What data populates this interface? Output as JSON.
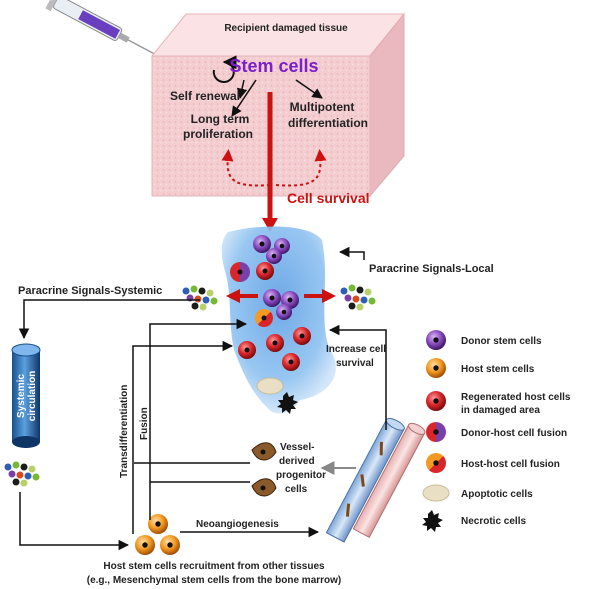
{
  "tissue": {
    "title": "Recipient damaged tissue",
    "stem_cells": "Stem cells",
    "self_renewal": "Self renewal",
    "long_term_1": "Long term",
    "long_term_2": "proliferation",
    "multipotent_1": "Multipotent",
    "multipotent_2": "differentiation"
  },
  "cell_survival": "Cell survival",
  "paracrine_systemic": "Paracrine Signals-Systemic",
  "paracrine_local": "Paracrine Signals-Local",
  "systemic_circulation_1": "Systemic",
  "systemic_circulation_2": "circulation",
  "increase_survival_1": "Increase cell",
  "increase_survival_2": "survival",
  "transdifferentiation": "Transdifferentiation",
  "fusion": "Fusion",
  "vessel_1": "Vessel-",
  "vessel_2": "derived",
  "vessel_3": "progenitor",
  "vessel_4": "cells",
  "neoangiogenesis": "Neoangiogenesis",
  "host_recruitment_1": "Host stem cells recruitment from other tissues",
  "host_recruitment_2": "(e.g., Mesenchymal stem cells from the bone marrow)",
  "legend": [
    {
      "label": "Donor stem cells",
      "icon": "donor-stem-cell-icon"
    },
    {
      "label": "Host stem cells",
      "icon": "host-stem-cell-icon"
    },
    {
      "label": "Regenerated host cells",
      "label2": "in damaged area",
      "icon": "regenerated-host-cell-icon"
    },
    {
      "label": "Donor-host cell fusion",
      "icon": "donor-host-fusion-icon"
    },
    {
      "label": "Host-host cell fusion",
      "icon": "host-host-fusion-icon"
    },
    {
      "label": "Apoptotic cells",
      "icon": "apoptotic-cell-icon"
    },
    {
      "label": "Necrotic cells",
      "icon": "necrotic-cell-icon"
    }
  ],
  "colors": {
    "red_arrow": "#cc1111",
    "stem_text": "#7a1fc9",
    "tissue_pink": "#f6d3d6",
    "plume_blue": "#7fb4ea",
    "donor": "#7b3fa8",
    "host": "#f08a1a",
    "regenerated": "#d8262a"
  }
}
